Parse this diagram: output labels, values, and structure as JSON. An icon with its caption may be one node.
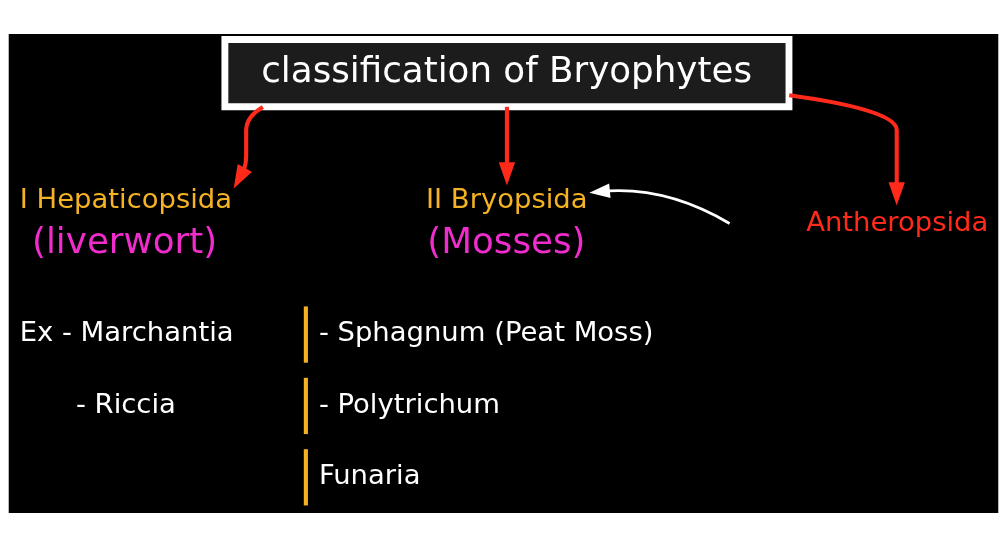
{
  "diagram": {
    "nodes": [
      {
        "text": [
          "classification of Bryophytes"
        ]
      },
      {
        "text": [
          "I Hepaticopsida",
          "(liverwort)"
        ]
      },
      {
        "text": [
          "II Bryopsida",
          "(Mosses)"
        ]
      },
      {
        "text": [
          "Antheropsida"
        ]
      }
    ],
    "edges": [
      {
        "from": 0,
        "to": 1,
        "arrow": "to"
      },
      {
        "from": 0,
        "to": 2,
        "arrow": "to"
      },
      {
        "from": 0,
        "to": 3,
        "arrow": "to"
      },
      {
        "from": null,
        "to": 2,
        "arrow": "to",
        "color": "#ffffff"
      }
    ],
    "labels": [
      "Ex - Marchantia",
      "- Riccia",
      "- Sphagnum (Peat Moss)",
      "- Polytrichum",
      "Funaria"
    ]
  }
}
